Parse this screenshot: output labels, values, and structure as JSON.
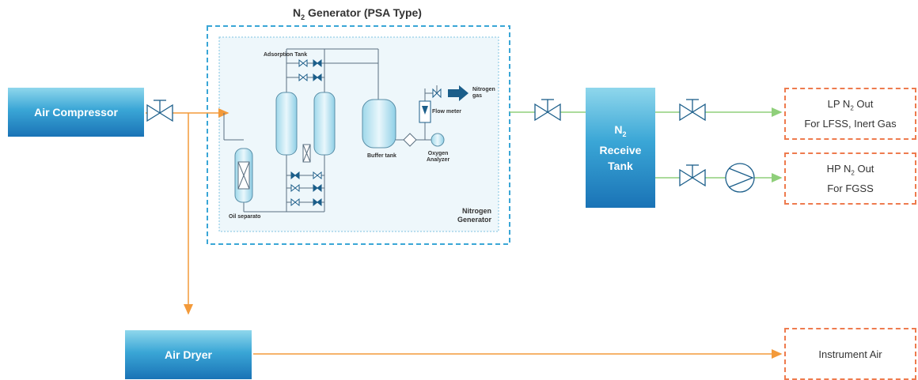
{
  "generator": {
    "title_prefix": "N",
    "title_sub": "2",
    "title_suffix": " Generator (PSA Type)",
    "inner_label_line1": "Nitrogen",
    "inner_label_line2": "Generator",
    "labels": {
      "adsorption_tank": "Adsorption Tank",
      "nitrogen_gas_line1": "Nitrogen",
      "nitrogen_gas_line2": "gas",
      "flow_meter": "Flow meter",
      "buffer_tank": "Buffer tank",
      "oxygen_analyzer_line1": "Oxygen",
      "oxygen_analyzer_line2": "Analyzer",
      "oil_separator": "Oil separato"
    }
  },
  "nodes": {
    "air_compressor": "Air Compressor",
    "air_dryer": "Air Dryer",
    "receive_tank_prefix": "N",
    "receive_tank_sub": "2",
    "receive_tank_line2": "Receive",
    "receive_tank_line3": "Tank"
  },
  "outputs": {
    "lp_prefix": "LP N",
    "lp_sub": "2",
    "lp_suffix": " Out",
    "lp_line2": "For LFSS, Inert Gas",
    "hp_prefix": "HP N",
    "hp_sub": "2",
    "hp_suffix": " Out",
    "hp_line2": "For FGSS",
    "instrument_air": "Instrument Air"
  },
  "colors": {
    "air_line": "#f39a3a",
    "nitrogen_line": "#8fcf7a",
    "output_border": "#ee7b4e",
    "generator_border": "#3aa6d6",
    "valve_stroke": "#1b5e8a"
  }
}
